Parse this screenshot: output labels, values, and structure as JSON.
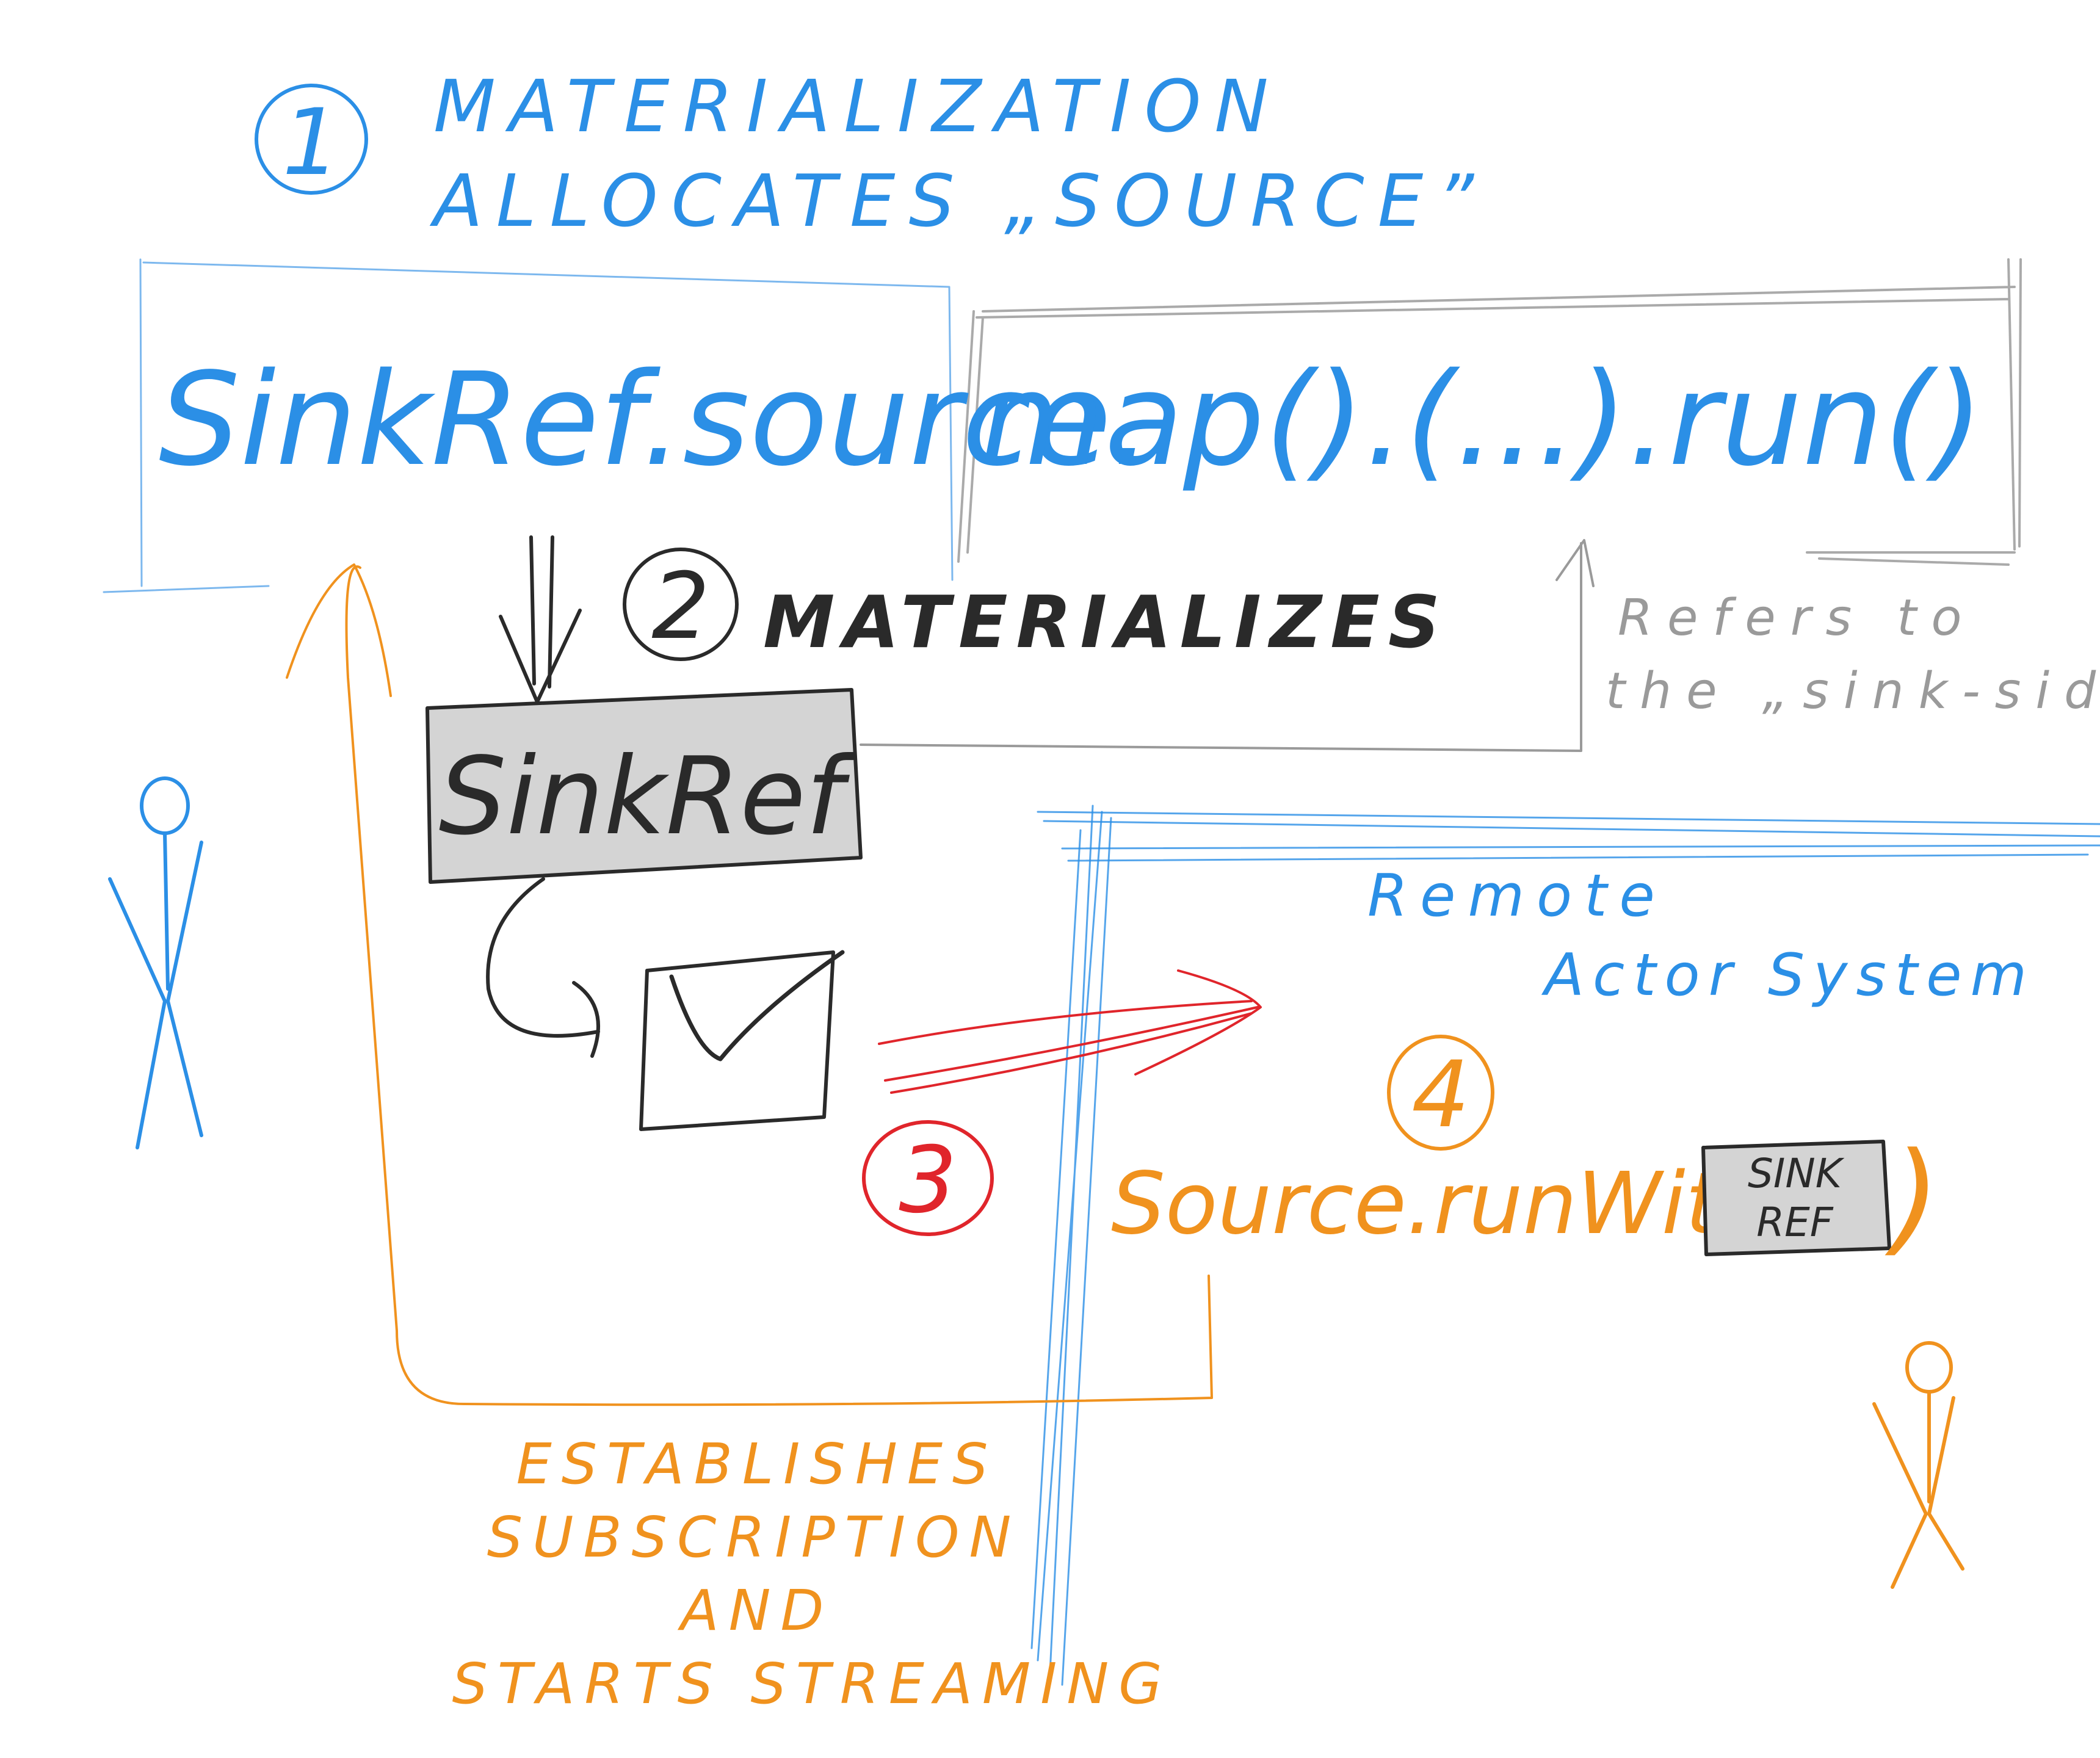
{
  "colors": {
    "blue": "#2b8fe6",
    "gray": "#9a9a9a",
    "dark": "#2a2a2a",
    "orange": "#f0921e",
    "red": "#e0252b",
    "box_fill": "#d4d4d4"
  },
  "step1": {
    "number": "1",
    "line1": "MATERIALIZATION",
    "line2": "ALLOCATES „SOURCE”"
  },
  "code": {
    "part1": "SinkRef.source.",
    "part2": "map().(...).run()"
  },
  "step2": {
    "number": "2",
    "label": "MATERIALIZES"
  },
  "sinkref_box": {
    "label": "SinkRef"
  },
  "refers": {
    "line1": "Refers to",
    "line2": "the „sink-side”"
  },
  "remote": {
    "line1": "Remote",
    "line2": "Actor System"
  },
  "step3": {
    "number": "3"
  },
  "step4": {
    "number": "4",
    "code_prefix": "Source.runWith(",
    "code_suffix": ")",
    "mini_box_line1": "SINK",
    "mini_box_line2": "REF"
  },
  "establishes": {
    "line1": "ESTABLISHES",
    "line2": "SUBSCRIPTION",
    "line3": "AND",
    "line4": "STARTS STREAMING"
  },
  "icons": [
    "stick-figure-icon",
    "checkmark-icon",
    "arrow-icon"
  ]
}
